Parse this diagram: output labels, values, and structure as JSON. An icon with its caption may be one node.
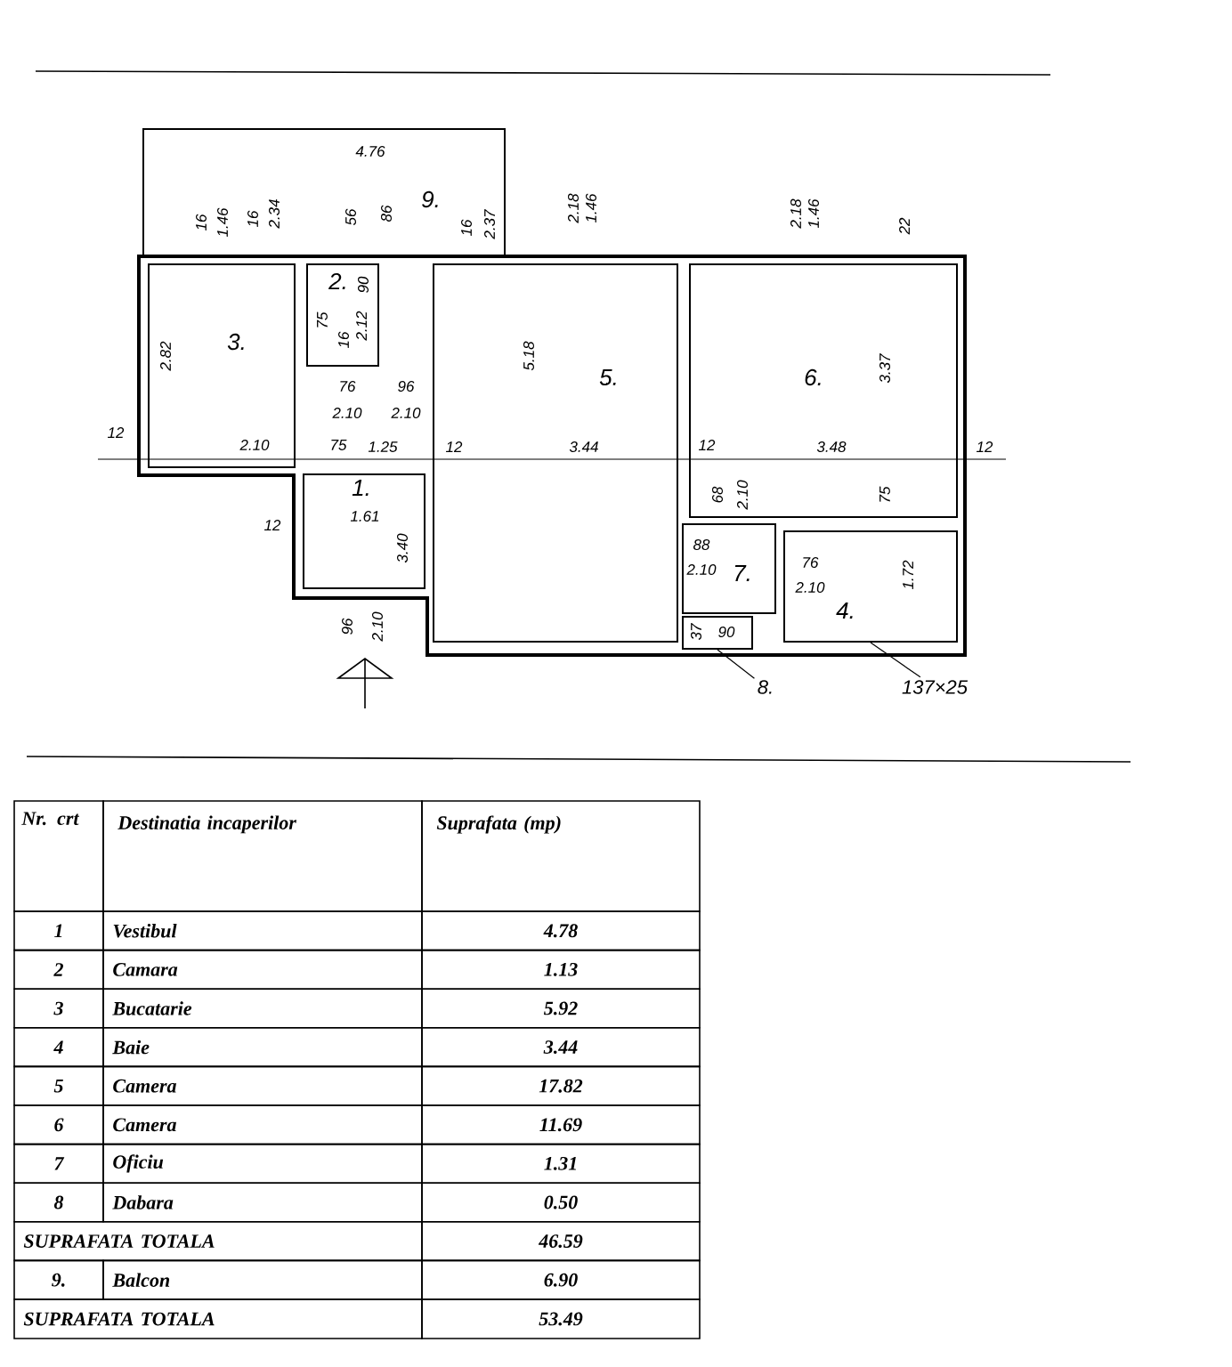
{
  "diagram": {
    "nodes": [
      {
        "text": [
          "9."
        ]
      },
      {
        "text": [
          "2."
        ]
      },
      {
        "text": [
          "3."
        ]
      },
      {
        "text": [
          "5."
        ]
      },
      {
        "text": [
          "6."
        ]
      },
      {
        "text": [
          "1."
        ]
      },
      {
        "text": [
          "7."
        ]
      },
      {
        "text": [
          "4."
        ]
      },
      {
        "text": [],
        "shape": "box"
      },
      {
        "text": [
          "8."
        ]
      },
      {
        "text": [
          "137×25"
        ]
      }
    ],
    "edges": [
      {
        "from": 9,
        "to": 8,
        "arrow": "none"
      },
      {
        "from": 10,
        "to": 7,
        "arrow": "none"
      }
    ],
    "labels": [
      "4.76",
      "16",
      "1.46",
      "16",
      "2.34",
      "56",
      "86",
      "16",
      "2.37",
      "2.18",
      "1.46",
      "2.18",
      "1.46",
      "22",
      "75",
      "16",
      "2.12",
      "90",
      "2.82",
      "5.18",
      "3.37",
      "76",
      "2.10",
      "96",
      "2.10",
      "12",
      "2.10",
      "75",
      "1.25",
      "12",
      "3.44",
      "12",
      "3.48",
      "12",
      "68",
      "2.10",
      "75",
      "1.61",
      "12",
      "3.40",
      "88",
      "2.10",
      "76",
      "2.10",
      "1.72",
      "96",
      "2.10",
      "37",
      "90",
      "Nr. crt",
      "Destinatia incaperilor",
      "Suprafata (mp)",
      "1",
      "Vestibul",
      "4.78",
      "2",
      "Camara",
      "1.13",
      "3",
      "Bucatarie",
      "5.92",
      "4",
      "Baie",
      "3.44",
      "5",
      "Camera",
      "17.82",
      "6",
      "Camera",
      "11.69",
      "7",
      "Oficiu",
      "1.31",
      "8",
      "Dabara",
      "0.50",
      "SUPRAFATA TOTALA",
      "46.59",
      "9.",
      "Balcon",
      "6.90",
      "SUPRAFATA TOTALA",
      "53.49"
    ]
  }
}
